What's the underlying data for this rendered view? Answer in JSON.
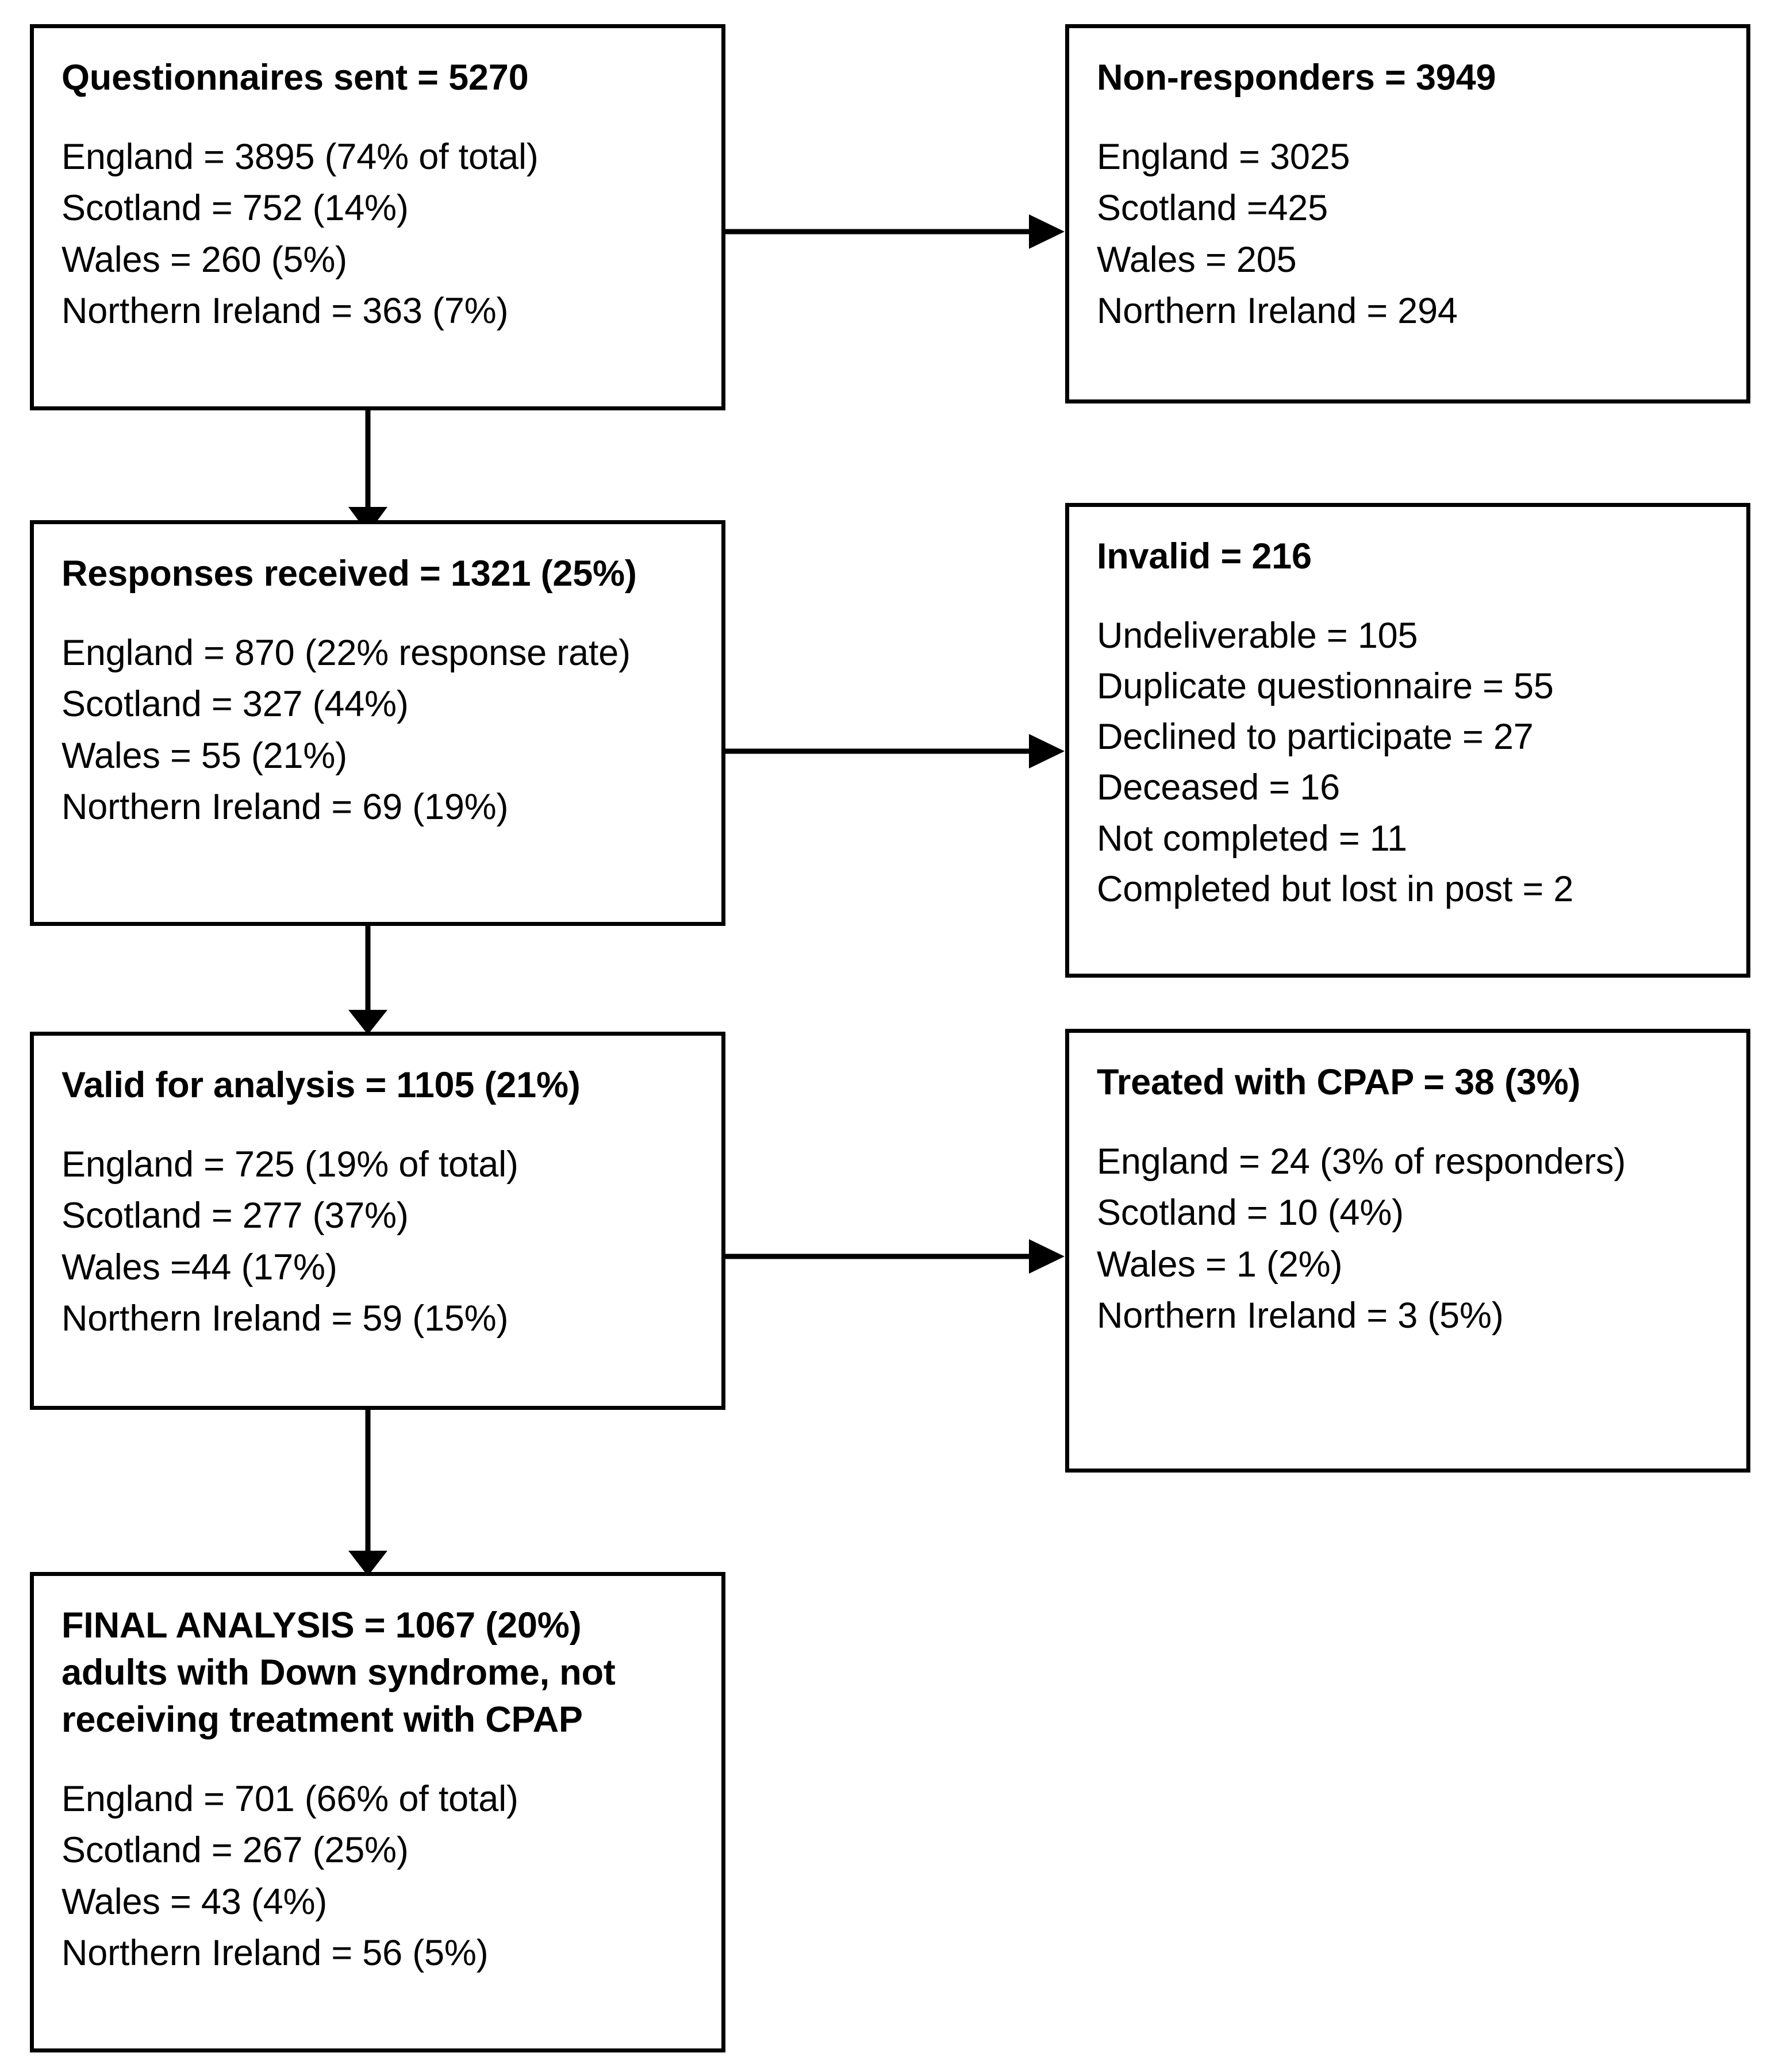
{
  "diagram": {
    "type": "flowchart",
    "orientation": "top-to-bottom with right-side exclusion branches",
    "nodes": [
      {
        "id": "questionnaires-sent",
        "title": "Questionnaires sent = 5270",
        "lines": [
          "England = 3895 (74% of total)",
          "Scotland = 752 (14%)",
          "Wales = 260 (5%)",
          "Northern Ireland = 363 (7%)"
        ]
      },
      {
        "id": "non-responders",
        "title": "Non-responders = 3949",
        "lines": [
          "England = 3025",
          "Scotland =425",
          "Wales = 205",
          "Northern Ireland = 294"
        ]
      },
      {
        "id": "responses-received",
        "title": "Responses received = 1321 (25%)",
        "lines": [
          "England = 870 (22% response rate)",
          "Scotland = 327 (44%)",
          "Wales = 55 (21%)",
          "Northern Ireland = 69 (19%)"
        ]
      },
      {
        "id": "invalid",
        "title": "Invalid = 216",
        "lines": [
          "Undeliverable = 105",
          "Duplicate questionnaire = 55",
          "Declined to participate = 27",
          "Deceased = 16",
          "Not completed = 11",
          "Completed but lost in post = 2"
        ]
      },
      {
        "id": "valid-for-analysis",
        "title": "Valid for analysis = 1105 (21%)",
        "lines": [
          "England = 725 (19% of total)",
          "Scotland = 277 (37%)",
          "Wales =44 (17%)",
          "Northern Ireland = 59 (15%)"
        ]
      },
      {
        "id": "treated-with-cpap",
        "title": "Treated with CPAP = 38 (3%)",
        "lines": [
          "England = 24 (3% of responders)",
          "Scotland = 10 (4%)",
          "Wales = 1 (2%)",
          "Northern Ireland = 3 (5%)"
        ]
      },
      {
        "id": "final-analysis",
        "title": "FINAL ANALYSIS = 1067 (20%)\nadults with Down syndrome, not\nreceiving treatment with CPAP",
        "lines": [
          "England = 701 (66% of total)",
          "Scotland = 267 (25%)",
          "Wales = 43 (4%)",
          "Northern Ireland = 56 (5%)"
        ]
      }
    ],
    "edges": [
      {
        "id": "sent-to-nonresponders",
        "from": "questionnaires-sent",
        "to": "non-responders",
        "direction": "right"
      },
      {
        "id": "sent-to-responses",
        "from": "questionnaires-sent",
        "to": "responses-received",
        "direction": "down"
      },
      {
        "id": "responses-to-invalid",
        "from": "responses-received",
        "to": "invalid",
        "direction": "right"
      },
      {
        "id": "responses-to-valid",
        "from": "responses-received",
        "to": "valid-for-analysis",
        "direction": "down"
      },
      {
        "id": "valid-to-cpap",
        "from": "valid-for-analysis",
        "to": "treated-with-cpap",
        "direction": "right"
      },
      {
        "id": "valid-to-final",
        "from": "valid-for-analysis",
        "to": "final-analysis",
        "direction": "down"
      }
    ],
    "colors": {
      "background": "#ffffff",
      "border": "#000000",
      "text": "#000000",
      "connector": "#000000"
    }
  }
}
